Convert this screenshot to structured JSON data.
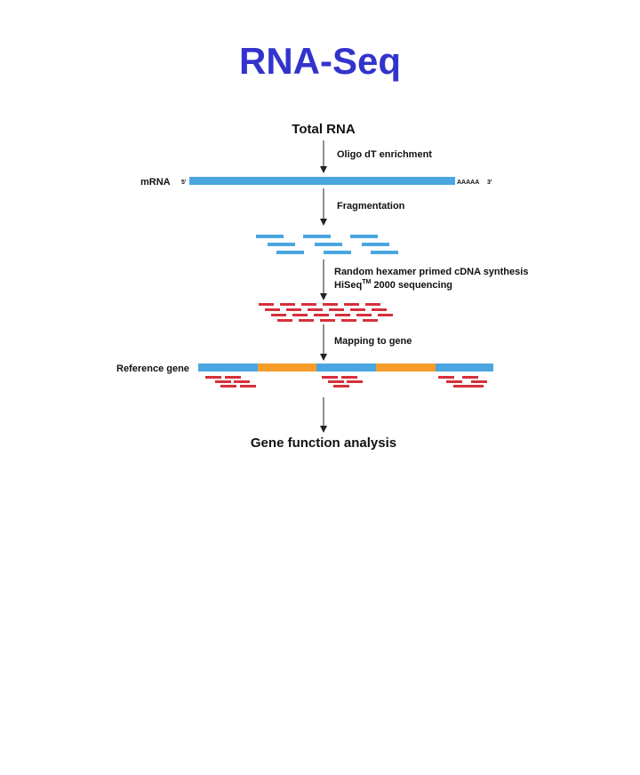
{
  "title": "RNA-Seq",
  "colors": {
    "title": "#3333cc",
    "rna_blue": "#4aa6e0",
    "read_red": "#d6303a",
    "exon_blue": "#4aa6e0",
    "intron_orange": "#f59c2a",
    "arrow": "#222222"
  },
  "nodes": {
    "start": "Total RNA",
    "end": "Gene function analysis"
  },
  "steps": {
    "enrichment": "Oligo dT enrichment",
    "fragmentation": "Fragmentation",
    "synthesis": "Random hexamer primed cDNA synthesis",
    "sequencing_prefix": "HiSeq",
    "sequencing_tm": "TM",
    "sequencing_suffix": " 2000 sequencing",
    "mapping": "Mapping to gene"
  },
  "labels": {
    "mrna": "mRNA",
    "five_prime": "5'",
    "poly_a": "AAAAA",
    "three_prime": "3'",
    "reference": "Reference gene"
  }
}
